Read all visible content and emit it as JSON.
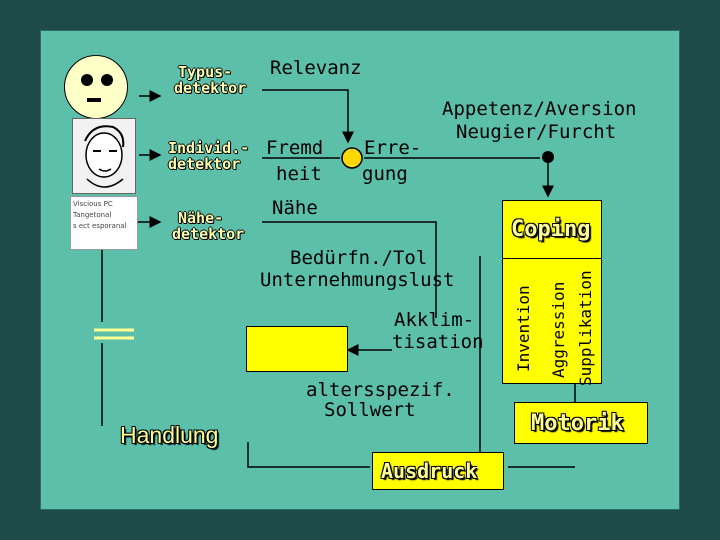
{
  "detectors": {
    "typus": {
      "line1": "Typus-",
      "line2": "detektor"
    },
    "individ": {
      "line1": "Individ.-",
      "line2": "detektor"
    },
    "naehe": {
      "line1": "Nähe-",
      "line2": "detektor"
    }
  },
  "labels": {
    "relevanz": "Relevanz",
    "appetenz": "Appetenz/Aversion",
    "neugier": "Neugier/Furcht",
    "fremd": "Fremd",
    "heit": "heit",
    "erre": "Erre-",
    "gung": "gung",
    "naehe": "Nähe",
    "beduerfn": "Bedürfn./Tol",
    "unternehmung": "Unternehmungslust",
    "akklim1": "Akklim-",
    "akklim2": "tisation",
    "altersspezif": "altersspezif.",
    "sollwert": "Sollwert",
    "handlung": "Handlung",
    "coping": "Coping",
    "invention": "Invention",
    "aggression": "Aggression",
    "supplikation": "Supplikation",
    "motorik": "Motorik",
    "ausdruck": "Ausdruck"
  },
  "photo_caption": [
    "Viscious PC",
    "Tangetonal",
    "s ect esporanal"
  ],
  "colors": {
    "background": "#1f4a4a",
    "panel": "#5cbfaa",
    "box": "#ffff00",
    "node": "#ffd800"
  }
}
